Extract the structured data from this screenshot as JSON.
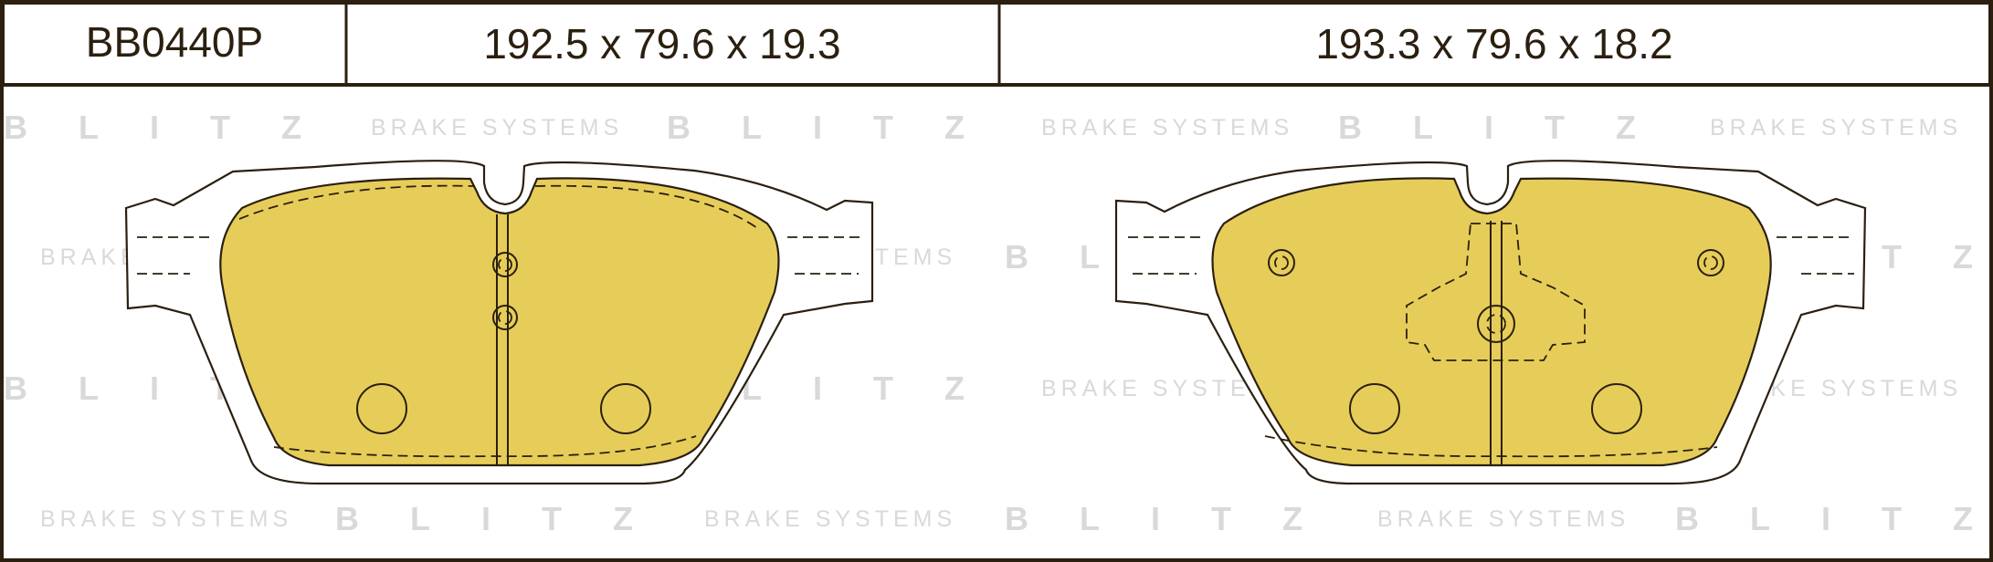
{
  "header": {
    "part_number": "BB0440P",
    "dimensions_left": "192.5 x 79.6 x 19.3",
    "dimensions_right": "193.3 x 79.6 x 18.2"
  },
  "watermark": {
    "blitz": "BLITZ",
    "brake_systems": "BRAKE SYSTEMS"
  },
  "colors": {
    "pad_fill": "#e6cd59",
    "line": "#2b1f10",
    "watermark": "#d9d9d9"
  }
}
